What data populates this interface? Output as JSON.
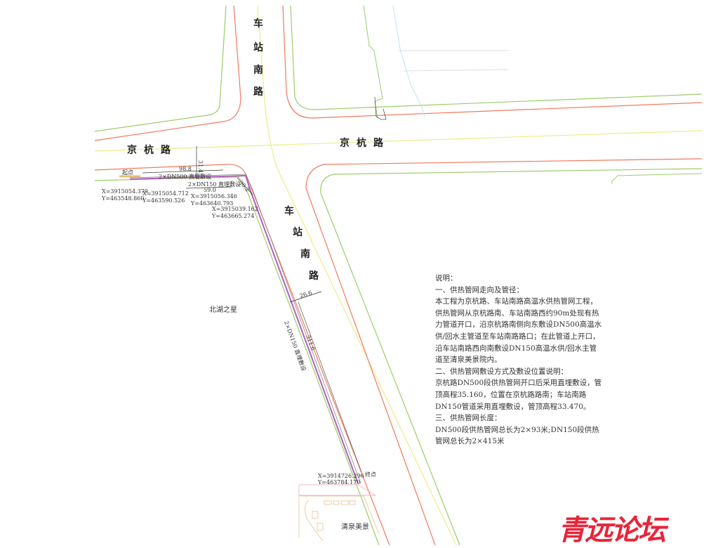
{
  "roads": {
    "north_south": "车站南路",
    "east_west": "京杭路"
  },
  "places": {
    "west_block": "北湖之星",
    "destination": "清泉美景"
  },
  "markers": {
    "start": "起点",
    "end": "终点"
  },
  "pipe_labels": {
    "dn500": "2×DN500 直埋敷设",
    "dn150_short": "2×DN150 直埋敷设",
    "dn150_diagonal": "2×DN150 直埋敷设"
  },
  "dimensions": [
    "98.8",
    "59.0",
    "30.2",
    "26.6",
    "311.6",
    "31.4"
  ],
  "coordinates": [
    {
      "x": "X=3915054.379",
      "y": "Y=463548.860"
    },
    {
      "x": "X=3915054.712",
      "y": "Y=463590.526"
    },
    {
      "x": "X=3915056.346",
      "y": "Y=463640.793"
    },
    {
      "x": "X=3915039.162",
      "y": "Y=463665.274"
    },
    {
      "x": "X=3914726.296",
      "y": "Y=463784.170"
    }
  ],
  "notes": {
    "title": "说明：",
    "lines": [
      "一、供热管网走向及管径：",
      "本工程为京杭路、车站南路高温水供热管网工程，供热管网从京杭路南、车站南路西约90m处现有热力管道开口，沿京杭路南侧向东敷设DN500高温水供/回水主管道至车站南路路口；在此管道上开口，沿车站南路西向南敷设DN150高温水供/回水主管道至清泉美景院内。",
      "二、供热管网敷设方式及敷设位置说明：",
      "京杭路DN500段供热管网开口后采用直埋敷设，管顶高程35.160，位置在京杭路路南；车站南路DN150管道采用直埋敷设，管顶高程33.470。",
      "三、供热管网长度：",
      "DN500段供热管网总长为2×93米;DN150段供热管网总长为2×415米"
    ]
  },
  "watermark": "青远论坛",
  "colors": {
    "red_line": "#f07a5e",
    "green_line": "#9ccc6a",
    "yellow_line": "#ecec8a",
    "pipe": "#b060c0",
    "watermark": "#e8253a"
  }
}
